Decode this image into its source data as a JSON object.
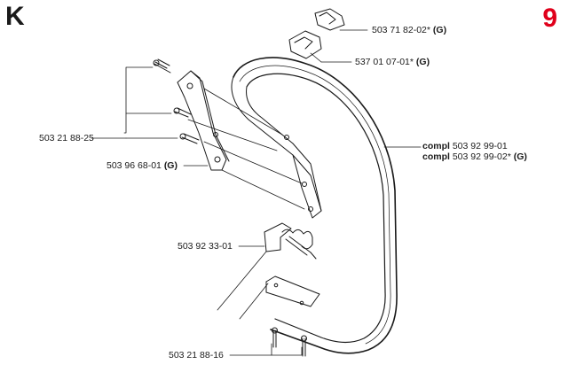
{
  "section_letter": "K",
  "page_number": "9",
  "accent_color": "#e0001b",
  "labels": {
    "p1": {
      "number": "503 71 82-02*",
      "suffix": "(G)"
    },
    "p2": {
      "number": "537 01 07-01*",
      "suffix": "(G)"
    },
    "p3": {
      "number": "503 21 88-25"
    },
    "p4": {
      "prefix": "compl",
      "number": "503 92 99-01"
    },
    "p5": {
      "prefix": "compl",
      "number": "503 92 99-02*",
      "suffix": "(G)"
    },
    "p6": {
      "number": "503 96 68-01",
      "suffix": "(G)"
    },
    "p7": {
      "number": "503 92 33-01"
    },
    "p8": {
      "number": "503 21 88-16"
    }
  }
}
